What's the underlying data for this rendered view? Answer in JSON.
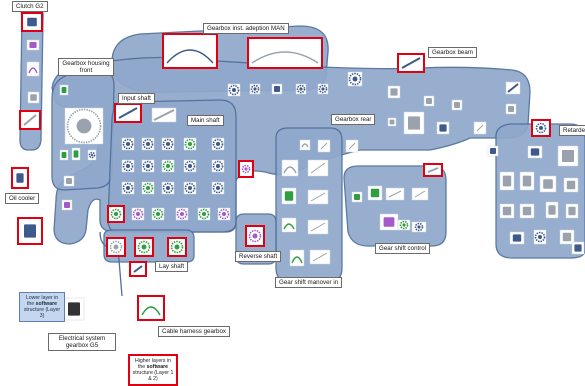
{
  "colors": {
    "blob_fill": "#8fa8cc",
    "blob_stroke": "#4f6e9a",
    "highlight": "#e00012",
    "part_blue": "#3d5a8a",
    "part_grey": "#9aa3ad",
    "part_green": "#2e9e3f",
    "part_purple": "#a35bc8"
  },
  "labels": {
    "clutch": "Clutch G2",
    "gearbox_housing": "Gearbox housing front",
    "gearbox_inst": "Gearbox inst. adeption MAN",
    "gearbox_beam": "Gearbox beam",
    "input_shaft": "Input shaft",
    "main_shaft": "Main shaft",
    "gearbox_rear": "Gearbox rear",
    "retarder": "Retarder",
    "oil_cooler": "Oil cooler",
    "gear_shift_control": "Gear shift control",
    "reverse_shaft": "Reverse shaft",
    "gear_shift_manover": "Gear shift manover in",
    "lay_shaft": "Lay shaft",
    "cable_harness": "Cable harness gearbox",
    "electrical_system": "Electrical system gearbox G5"
  },
  "notes": {
    "lower_layer_pre": "Lower layer in the",
    "lower_layer_bold": "software",
    "lower_layer_post": "structure (Layer 3)",
    "higher_layer_pre": "Higher layers in the",
    "higher_layer_bold": "software",
    "higher_layer_post": "structure (Layer 1 & 2)"
  }
}
